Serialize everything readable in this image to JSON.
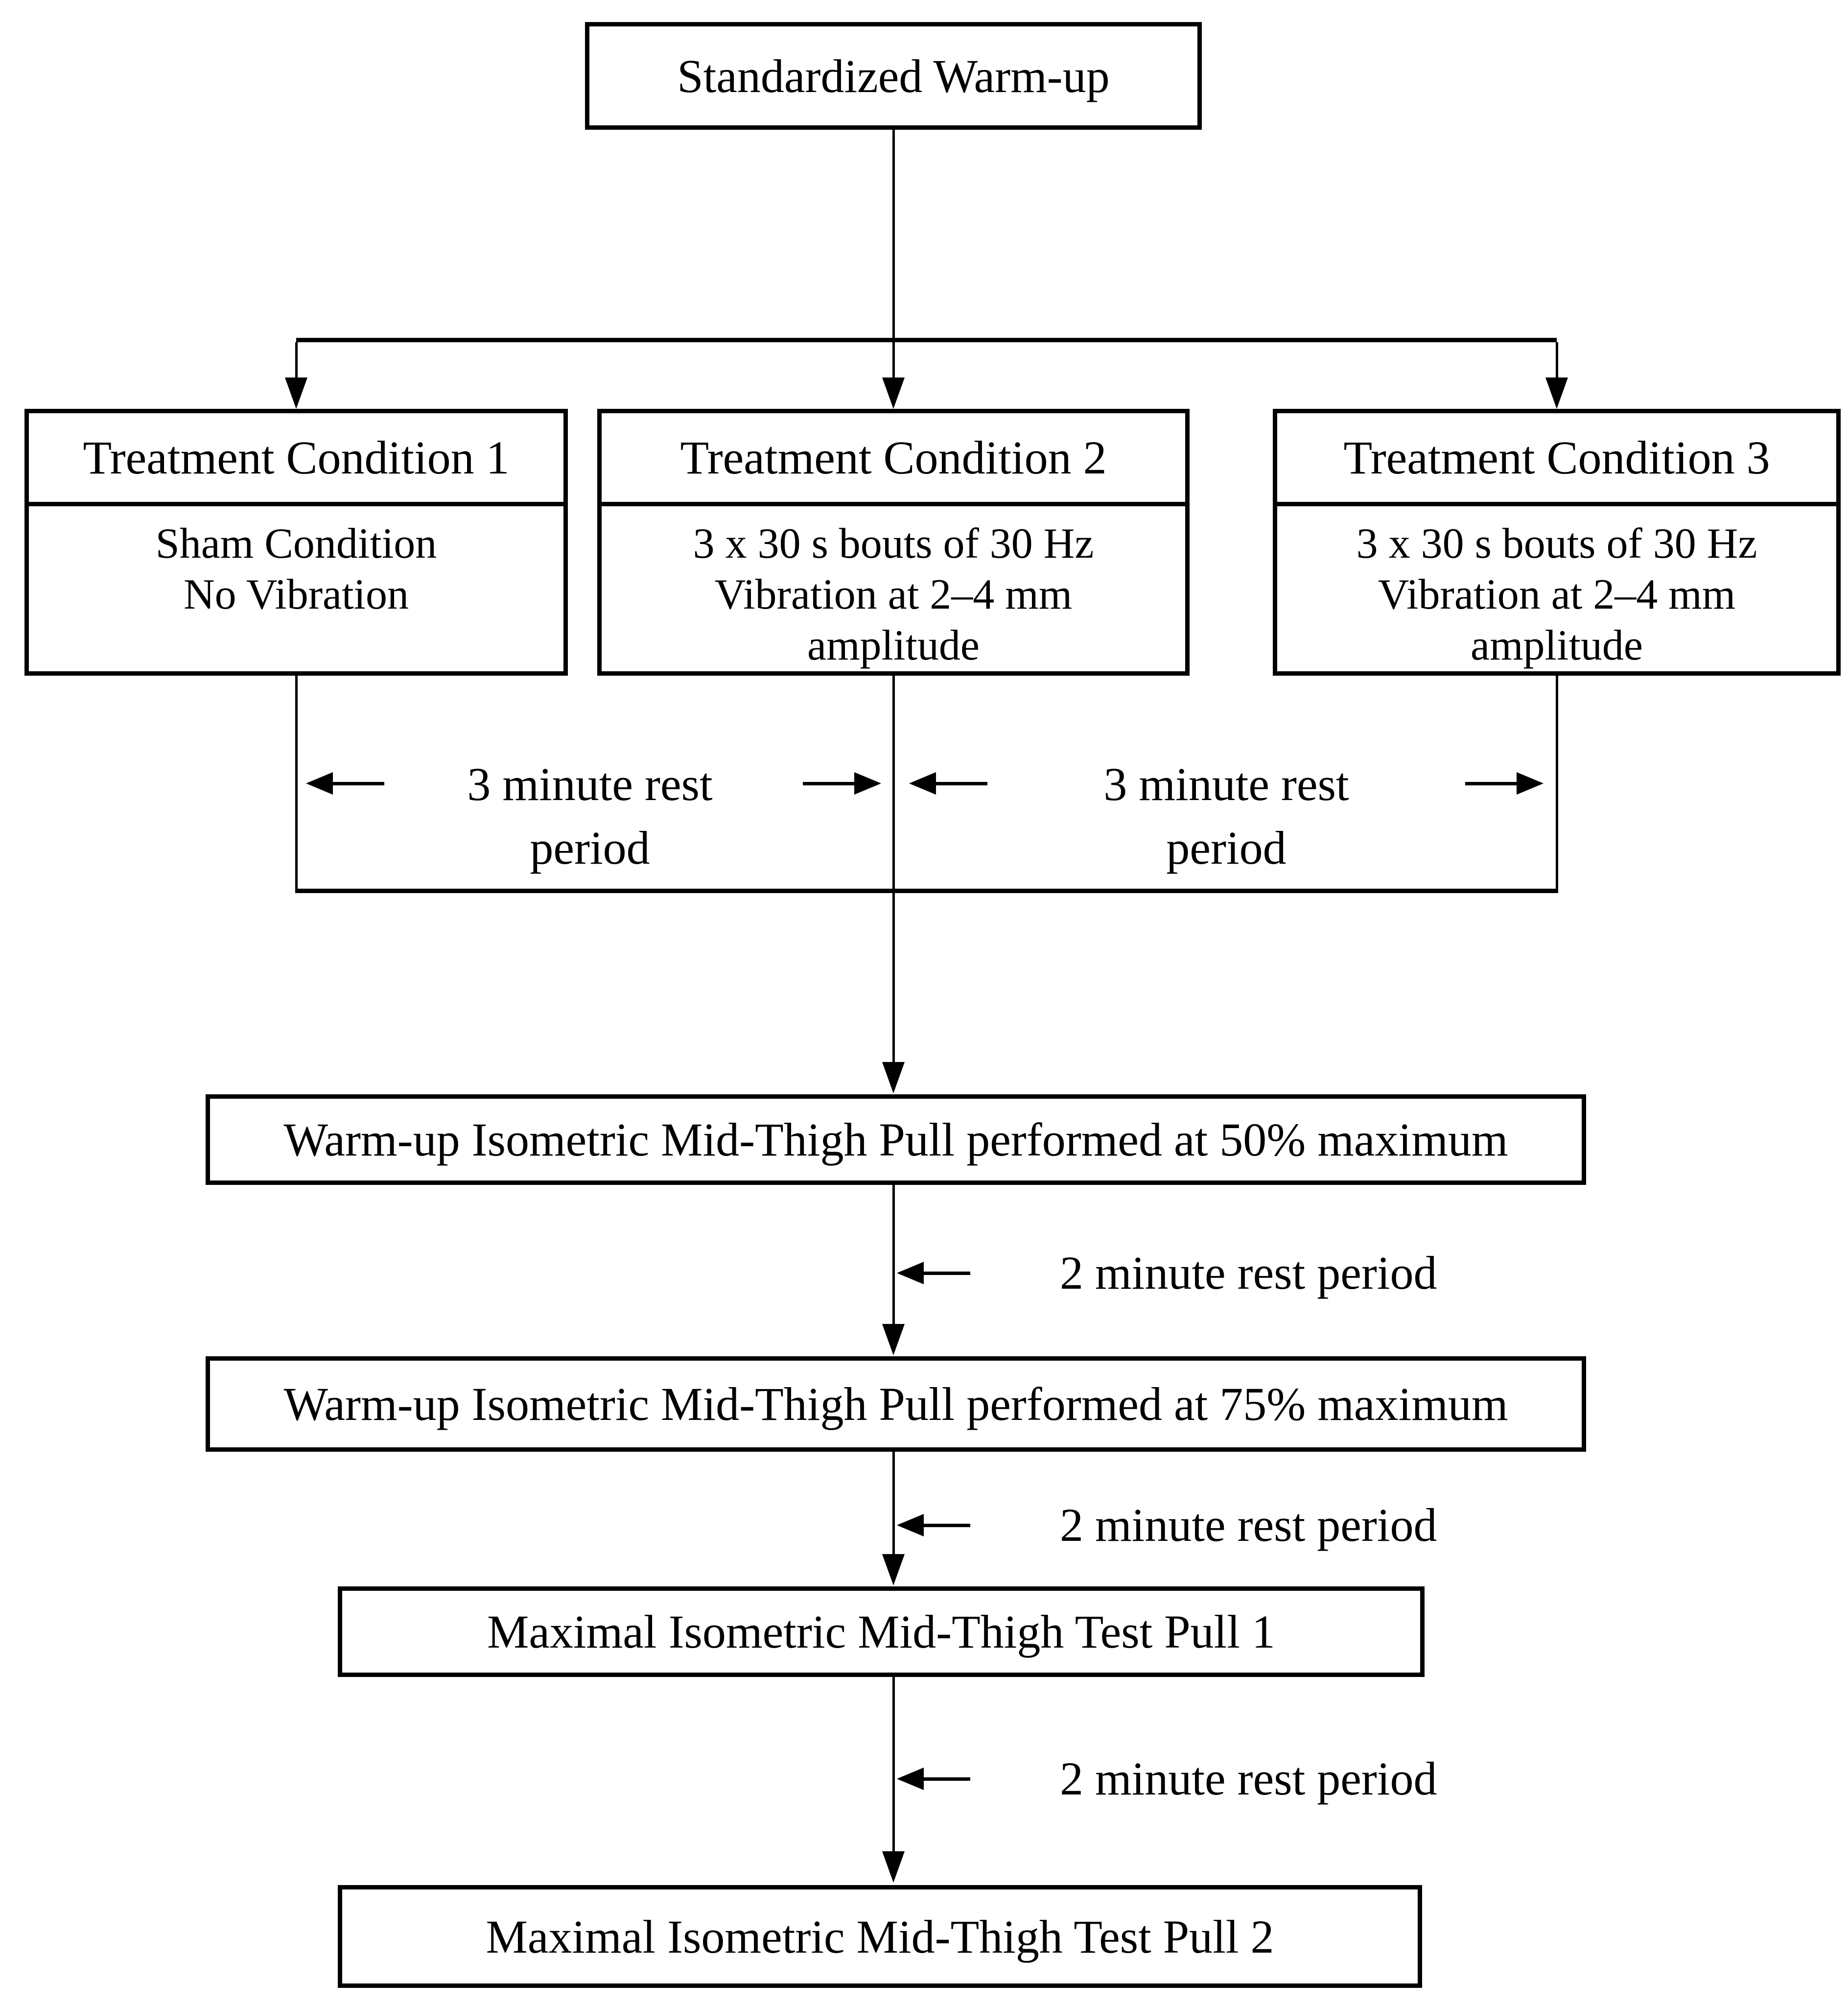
{
  "palette": {
    "ink": "#000000",
    "paper": "#ffffff"
  },
  "flow": {
    "warmup": "Standardized Warm-up",
    "conditions": [
      {
        "title": "Treatment Condition 1",
        "lines": [
          "Sham Condition",
          "No Vibration"
        ]
      },
      {
        "title": "Treatment Condition 2",
        "lines": [
          "3 x 30 s bouts of 30 Hz",
          "Vibration at 2–4 mm",
          "amplitude"
        ]
      },
      {
        "title": "Treatment Condition 3",
        "lines": [
          "3 x 30 s bouts of 30 Hz",
          "Vibration at 2–4 mm",
          "amplitude"
        ]
      }
    ],
    "rest3": {
      "line1": "3 minute rest",
      "line2": "period"
    },
    "rest2": "2 minute rest period",
    "imtp50": "Warm-up Isometric Mid-Thigh Pull performed at 50% maximum",
    "imtp75": "Warm-up Isometric Mid-Thigh Pull performed at 75% maximum",
    "pull1": "Maximal Isometric Mid-Thigh Test Pull 1",
    "pull2": "Maximal Isometric Mid-Thigh Test Pull 2"
  }
}
